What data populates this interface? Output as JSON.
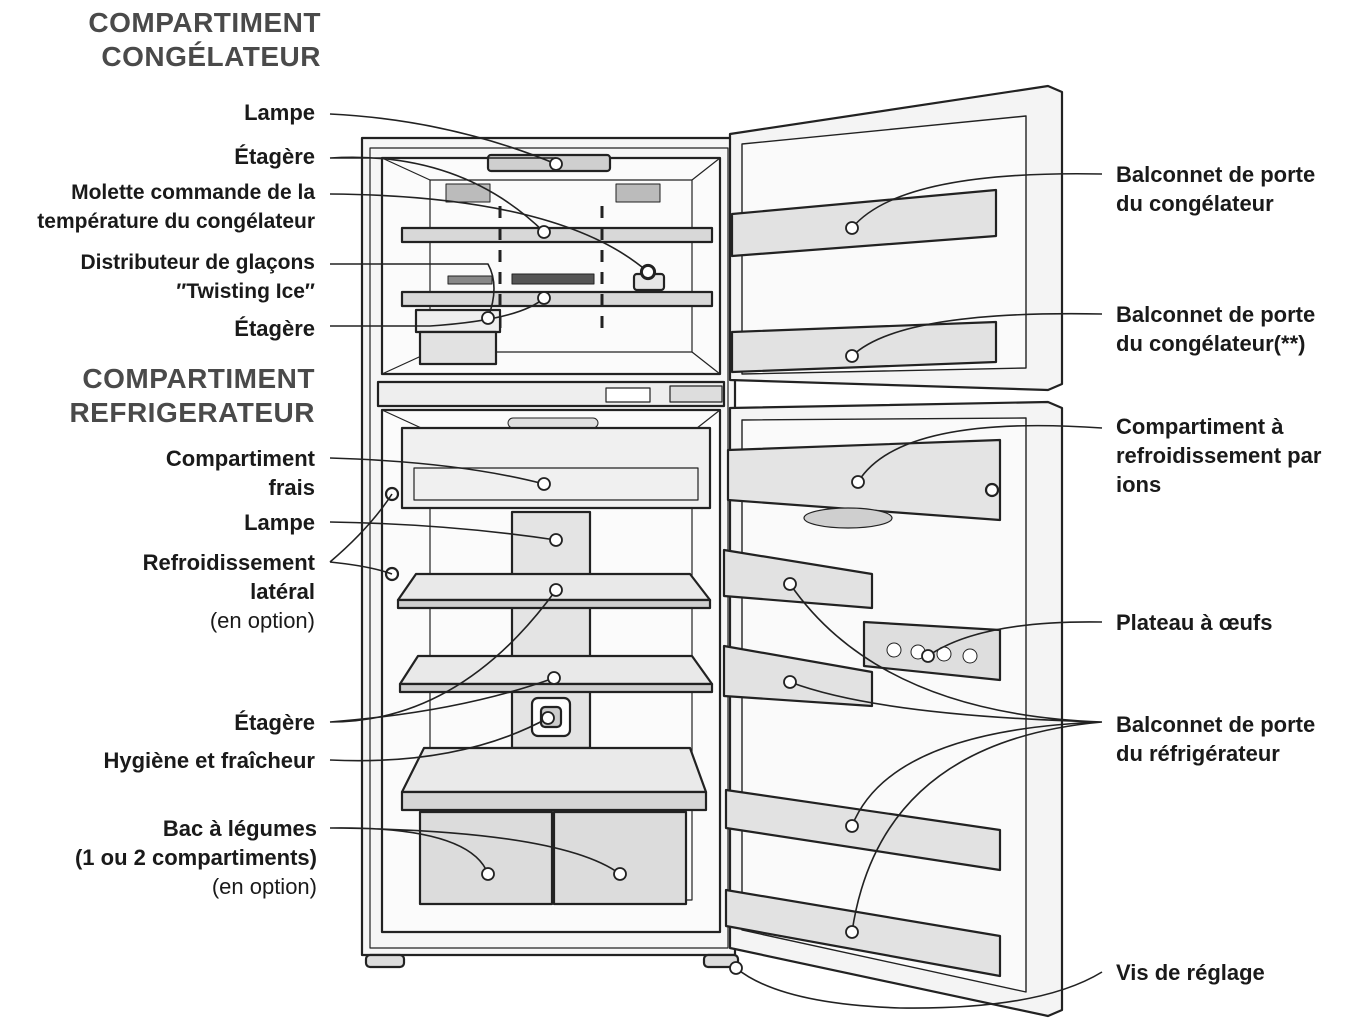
{
  "sections": {
    "freezer": [
      "COMPARTIMENT",
      "CONGÉLATEUR"
    ],
    "fridge": [
      "COMPARTIMENT",
      "REFRIGERATEUR"
    ]
  },
  "left_labels": {
    "lampe_top": [
      "Lampe"
    ],
    "etagere_1": [
      "Étagère"
    ],
    "molette": [
      "Molette commande de la",
      "température du congélateur"
    ],
    "distributeur": [
      "Distributeur de glaçons",
      "″Twisting Ice″"
    ],
    "etagere_2": [
      "Étagère"
    ],
    "compartiment_frais": [
      "Compartiment",
      "frais"
    ],
    "lampe_fridge": [
      "Lampe"
    ],
    "refroidissement_lateral": [
      "Refroidissement",
      "latéral"
    ],
    "refroidissement_option": "(en option)",
    "etagere_3": [
      "Étagère"
    ],
    "hygiene": [
      "Hygiène et fraîcheur"
    ],
    "bac_legumes": [
      "Bac à légumes",
      "(1 ou 2 compartiments)"
    ],
    "bac_option": "(en option)"
  },
  "right_labels": {
    "balconnet_congelateur_1": [
      "Balconnet de porte",
      "du congélateur"
    ],
    "balconnet_congelateur_2": [
      "Balconnet de porte",
      "du congélateur(**)"
    ],
    "compartiment_ions": [
      "Compartiment à",
      "refroidissement par",
      "ions"
    ],
    "plateau_oeufs": [
      "Plateau à œufs"
    ],
    "balconnet_refrigerateur": [
      "Balconnet de porte",
      "du réfrigérateur"
    ],
    "vis_reglage": [
      "Vis de réglage"
    ]
  }
}
